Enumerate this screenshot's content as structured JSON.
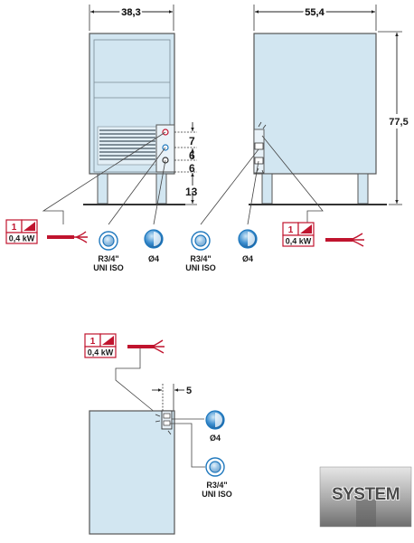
{
  "dimensions": {
    "front_width": "38,3",
    "side_width": "55,4",
    "height": "77,5",
    "offset_7": "7",
    "offset_6a": "6",
    "offset_6b": "6",
    "foot_13": "13",
    "top_offset_5": "5"
  },
  "electrical": {
    "phase": "1",
    "power": "0,4 kW"
  },
  "connections": {
    "water_inlet_line1": "R3/4\"",
    "water_inlet_line2": "UNI ISO",
    "drain": "Ø4"
  },
  "colors": {
    "panel_fill": "#d2e6f1",
    "outline": "#555555",
    "cable_red": "#c0142e",
    "water_blue": "#1f78bd"
  },
  "logo": {
    "text": "SYSTEM"
  }
}
